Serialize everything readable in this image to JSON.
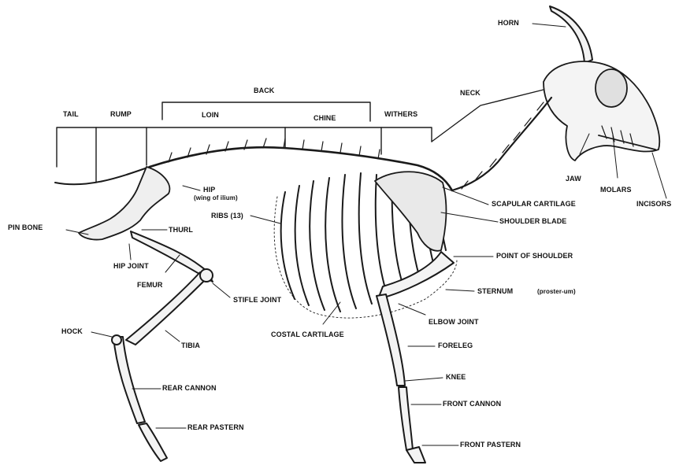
{
  "labels": {
    "horn": "HORN",
    "back": "BACK",
    "neck": "NECK",
    "tail": "TAIL",
    "rump": "RUMP",
    "loin": "LOIN",
    "chine": "CHINE",
    "withers": "WITHERS",
    "hip": "HIP",
    "hip_sub": "(wing of ilium)",
    "ribs": "RIBS (13)",
    "jaw": "JAW",
    "molars": "MOLARS",
    "incisors": "INCISORS",
    "scapular_cartilage": "SCAPULAR CARTILAGE",
    "shoulder_blade": "SHOULDER BLADE",
    "pin_bone": "PIN BONE",
    "thurl": "THURL",
    "hip_joint": "HIP JOINT",
    "femur": "FEMUR",
    "point_of_shoulder": "POINT OF SHOULDER",
    "sternum": "STERNUM",
    "sternum_sub": "(proster-um)",
    "stifle_joint": "STIFLE JOINT",
    "elbow_joint": "ELBOW  JOINT",
    "hock": "HOCK",
    "costal_cartilage": "COSTAL CARTILAGE",
    "foreleg": "FORELEG",
    "tibia": "TIBIA",
    "knee": "KNEE",
    "rear_cannon": "REAR CANNON",
    "front_cannon": "FRONT CANNON",
    "rear_pastern": "REAR PASTERN",
    "front_pastern": "FRONT PASTERN"
  }
}
